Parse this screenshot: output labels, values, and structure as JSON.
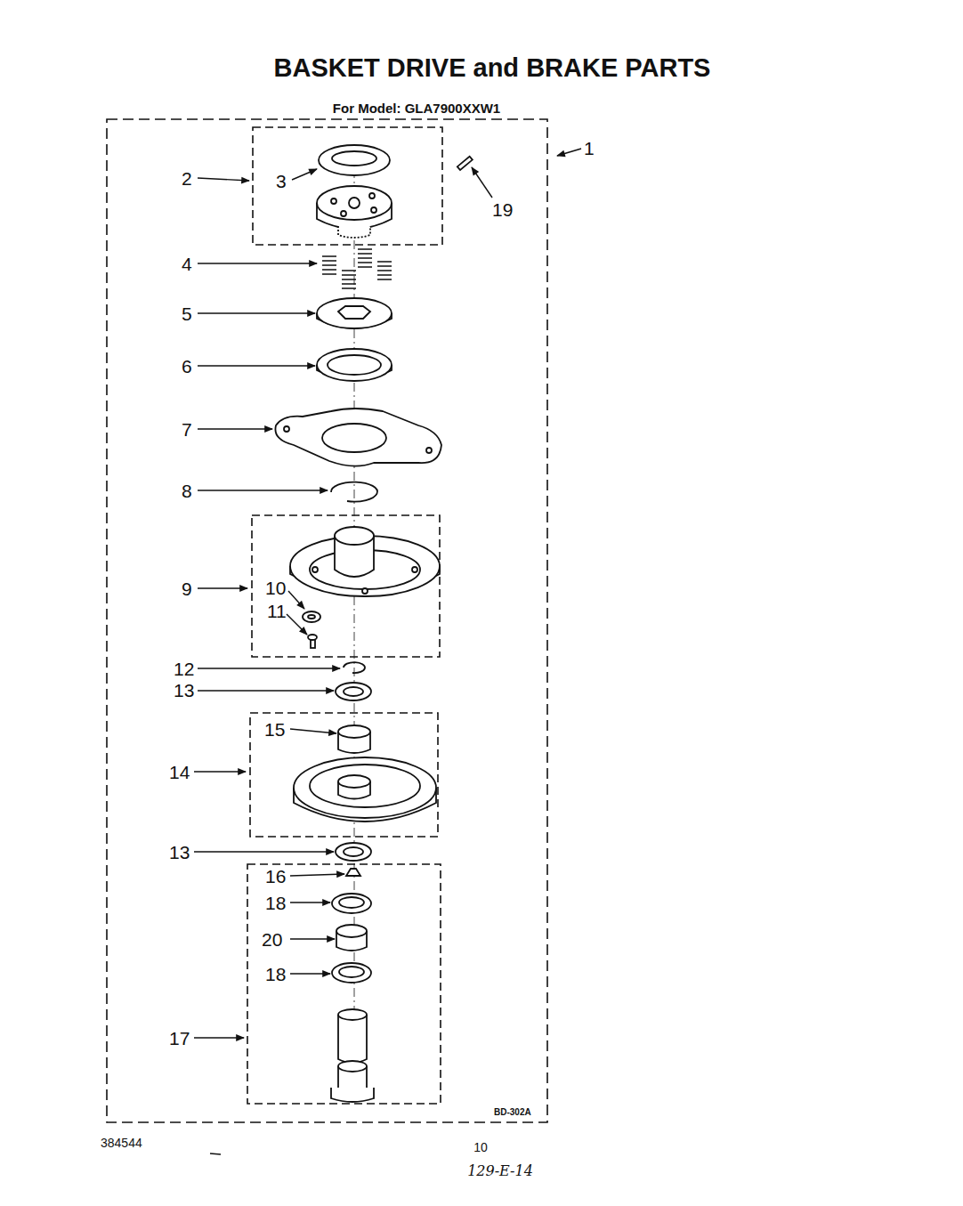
{
  "diagram": {
    "title": "BASKET DRIVE and BRAKE PARTS",
    "labels": [
      "For Model: GLA7900XXW1",
      "1",
      "2",
      "3",
      "19",
      "4",
      "5",
      "6",
      "7",
      "8",
      "9",
      "10",
      "11",
      "12",
      "13",
      "15",
      "14",
      "13",
      "16",
      "18",
      "20",
      "18",
      "17",
      "BD-302A",
      "384544",
      "10",
      "129-E-14"
    ]
  }
}
